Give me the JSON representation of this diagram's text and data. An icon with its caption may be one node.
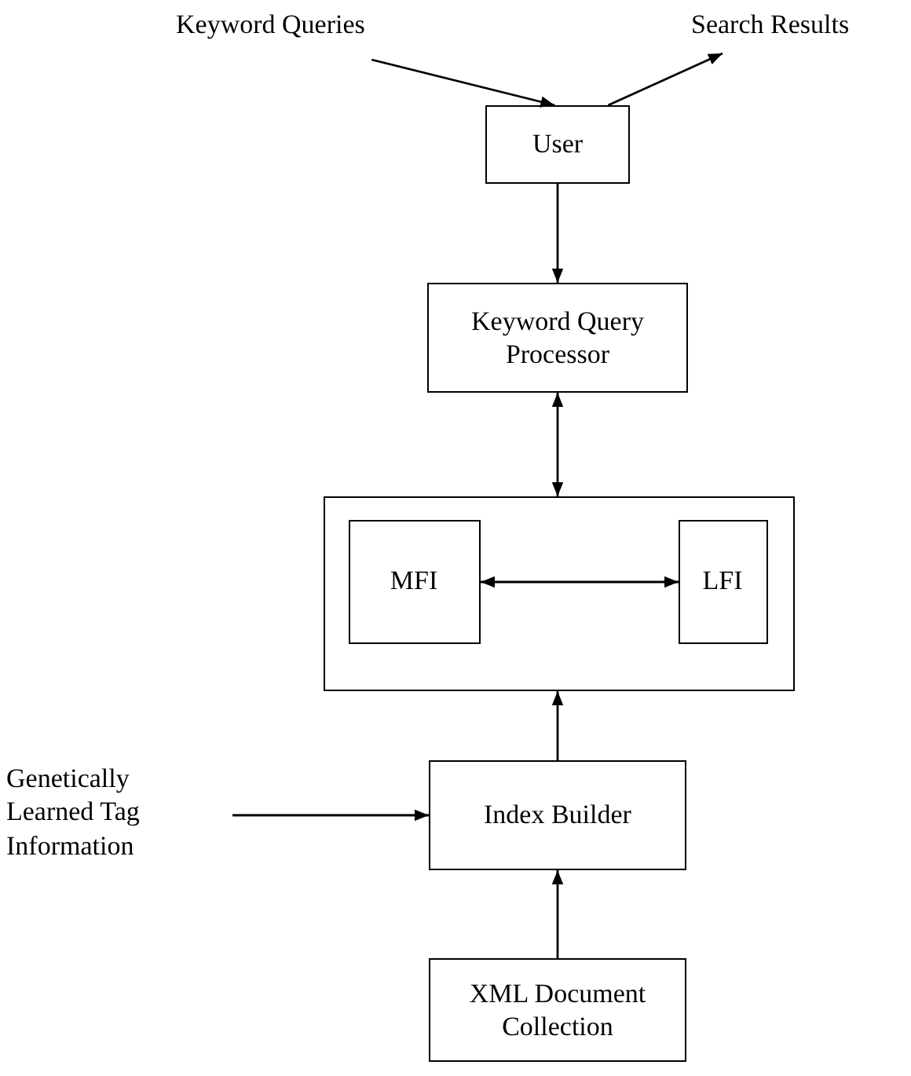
{
  "diagram": {
    "nodes": [
      {
        "text": [
          "Keyword Queries"
        ]
      },
      {
        "text": [
          "Search Results"
        ]
      },
      {
        "text": [
          "User"
        ]
      },
      {
        "text": [
          "Keyword Query Processor"
        ]
      },
      {
        "text": [],
        "shape": "box"
      },
      {
        "text": [
          "MFI"
        ],
        "in": 4
      },
      {
        "text": [
          "LFI"
        ],
        "in": 4
      },
      {
        "text": [
          "Genetically Learned Tag Information"
        ]
      },
      {
        "text": [
          "Index Builder"
        ]
      },
      {
        "text": [
          "XML Document Collection"
        ]
      }
    ],
    "edges": [
      {
        "from": 0,
        "to": 2,
        "arrow": "to"
      },
      {
        "from": 2,
        "to": 1,
        "arrow": "to"
      },
      {
        "from": 2,
        "to": 3,
        "arrow": "to"
      },
      {
        "from": 3,
        "to": 4,
        "arrow": "both"
      },
      {
        "from": 5,
        "to": 6,
        "arrow": "both"
      },
      {
        "from": 8,
        "to": 4,
        "arrow": "to"
      },
      {
        "from": 7,
        "to": 8,
        "arrow": "to"
      },
      {
        "from": 9,
        "to": 8,
        "arrow": "to"
      }
    ]
  }
}
